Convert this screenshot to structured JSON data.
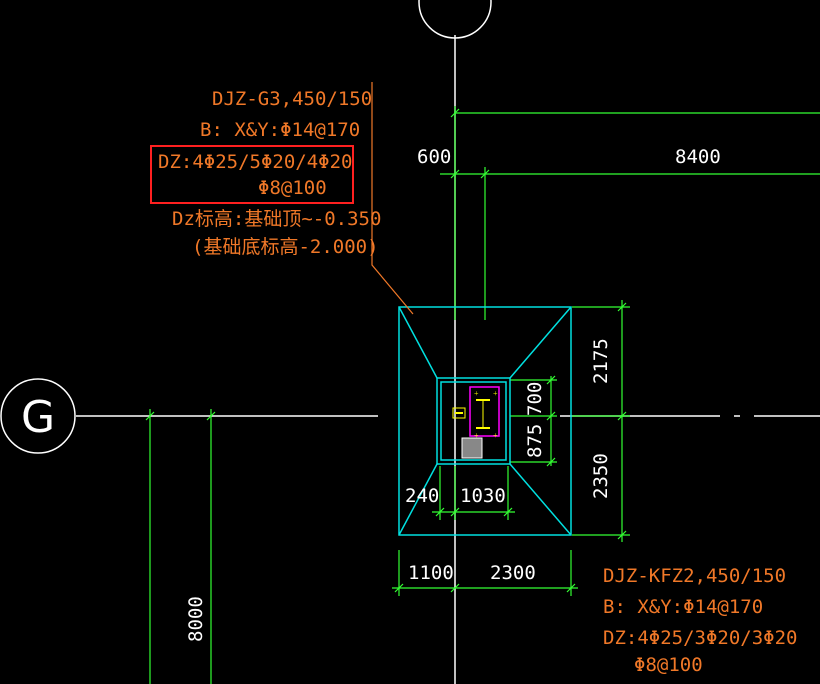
{
  "grid_axes": {
    "top_bubble_label": "",
    "left_bubble_label": "G"
  },
  "dimensions": {
    "top_offset": "600",
    "top_span": "8400",
    "right_upper": "2175",
    "right_lower": "2350",
    "inner_upper": "700",
    "inner_lower": "875",
    "inner_bottom_left": "240",
    "inner_bottom_right": "1030",
    "bottom_left": "1100",
    "bottom_right": "2300",
    "left_vertical": "8000"
  },
  "annotation_upper": {
    "line1": "DJZ-G3,450/150",
    "line2": "B: X&Y:Φ14@170",
    "line3": "DZ:4Φ25/5Φ20/4Φ20",
    "line4": "Φ8@100",
    "line5": "Dz标高:基础顶~-0.350",
    "line6": "(基础底标高-2.000)"
  },
  "annotation_lower": {
    "line1": "DJZ-KFZ2,450/150",
    "line2": "B: X&Y:Φ14@170",
    "line3": "DZ:4Φ25/3Φ20/3Φ20",
    "line4": "Φ8@100"
  },
  "colors": {
    "background": "#000000",
    "dimension_lines": "#33ff33",
    "footing_outline": "#00e0e0",
    "annotation_text": "#f07828",
    "highlight_box": "#ff2020",
    "column_rebar": "#ff00ff",
    "rebar_marks": "#ffff00",
    "grid_lines": "#ffffff"
  }
}
